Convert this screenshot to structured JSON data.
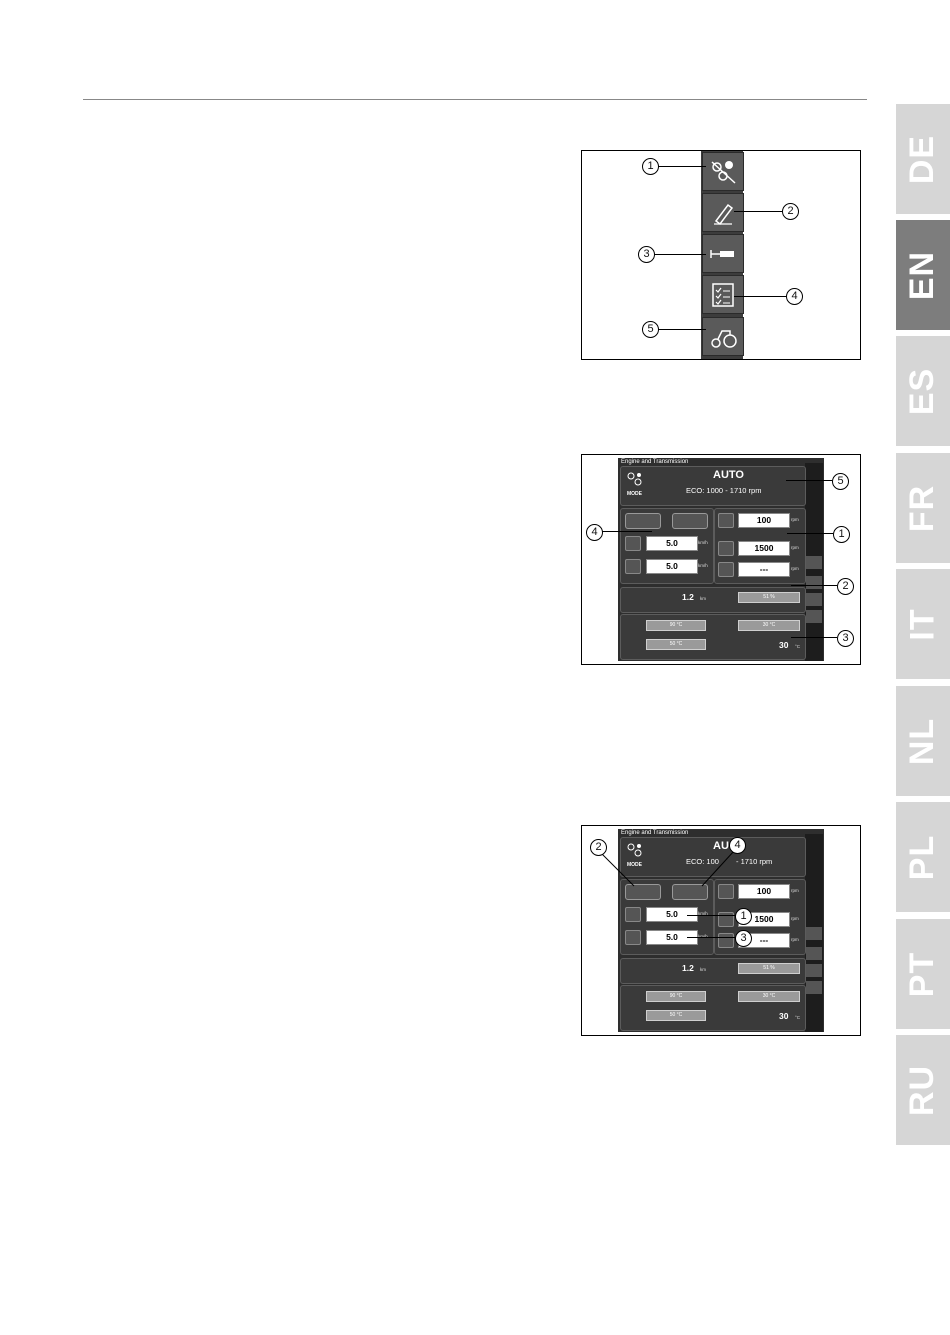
{
  "language_tabs": [
    {
      "label": "DE",
      "active": false
    },
    {
      "label": "EN",
      "active": true
    },
    {
      "label": "ES",
      "active": false
    },
    {
      "label": "FR",
      "active": false
    },
    {
      "label": "IT",
      "active": false
    },
    {
      "label": "NL",
      "active": false
    },
    {
      "label": "PL",
      "active": false
    },
    {
      "label": "PT",
      "active": false
    },
    {
      "label": "RU",
      "active": false
    }
  ],
  "figure1": {
    "callouts": [
      "1",
      "2",
      "3",
      "4",
      "5"
    ],
    "icons": [
      "transmission-settings-icon",
      "pen-icon",
      "implement-icon",
      "checklist-icon",
      "tractor-icon"
    ]
  },
  "figure2": {
    "screen_title": "Engine and Transmission",
    "mode_label": "MODE",
    "mode_value": "AUTO",
    "eco_text": "ECO: 1000 - 1710 rpm",
    "speed1": "5.0",
    "speed2": "5.0",
    "speed_unit": "km/h",
    "rpm1": "100",
    "rpm2": "1500",
    "rpm3": "---",
    "rpm_unit": "rpm",
    "slip": "1.2",
    "slip_unit": "km",
    "load": "51 %",
    "temp1": "90 °C",
    "temp2": "50 °C",
    "temp3": "30 °C",
    "ambient": "30",
    "ambient_unit": "°C",
    "callouts": [
      "1",
      "2",
      "3",
      "4",
      "5"
    ]
  },
  "figure3": {
    "screen_title": "Engine and Transmission",
    "mode_label": "MODE",
    "mode_value": "AU",
    "eco_left": "ECO: 100",
    "eco_right": "- 1710 rpm",
    "speed1": "5.0",
    "speed2": "5.0",
    "speed_unit": "km/h",
    "rpm1": "100",
    "rpm2": "1500",
    "rpm3": "---",
    "rpm_unit": "rpm",
    "slip": "1.2",
    "slip_unit": "km",
    "load": "51 %",
    "temp1": "90 °C",
    "temp2": "50 °C",
    "temp3": "30 °C",
    "ambient": "30",
    "ambient_unit": "°C",
    "callouts": [
      "1",
      "2",
      "3",
      "4"
    ]
  }
}
